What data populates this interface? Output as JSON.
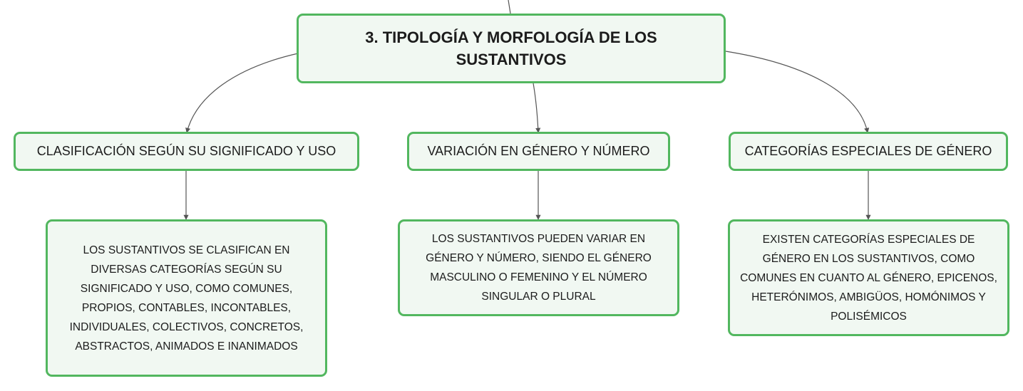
{
  "colors": {
    "border": "#52b75f",
    "fill": "#f1f8f2",
    "line": "#555555",
    "text": "#1c1c1c"
  },
  "root": {
    "title": "3. TIPOLOGÍA Y MORFOLOGÍA DE LOS SUSTANTIVOS"
  },
  "branches": [
    {
      "title": "CLASIFICACIÓN SEGÚN SU SIGNIFICADO Y USO",
      "detail": "LOS SUSTANTIVOS SE CLASIFICAN EN DIVERSAS CATEGORÍAS SEGÚN SU SIGNIFICADO Y USO, COMO COMUNES, PROPIOS, CONTABLES, INCONTABLES, INDIVIDUALES, COLECTIVOS, CONCRETOS, ABSTRACTOS, ANIMADOS E INANIMADOS"
    },
    {
      "title": "VARIACIÓN EN GÉNERO Y NÚMERO",
      "detail": "LOS SUSTANTIVOS PUEDEN VARIAR EN GÉNERO Y NÚMERO, SIENDO EL GÉNERO MASCULINO O FEMENINO Y EL NÚMERO SINGULAR O PLURAL"
    },
    {
      "title": "CATEGORÍAS ESPECIALES DE GÉNERO",
      "detail": "EXISTEN CATEGORÍAS ESPECIALES DE GÉNERO EN LOS SUSTANTIVOS, COMO COMUNES EN CUANTO AL GÉNERO, EPICENOS, HETERÓNIMOS, AMBIGÜOS, HOMÓNIMOS Y POLISÉMICOS"
    }
  ]
}
